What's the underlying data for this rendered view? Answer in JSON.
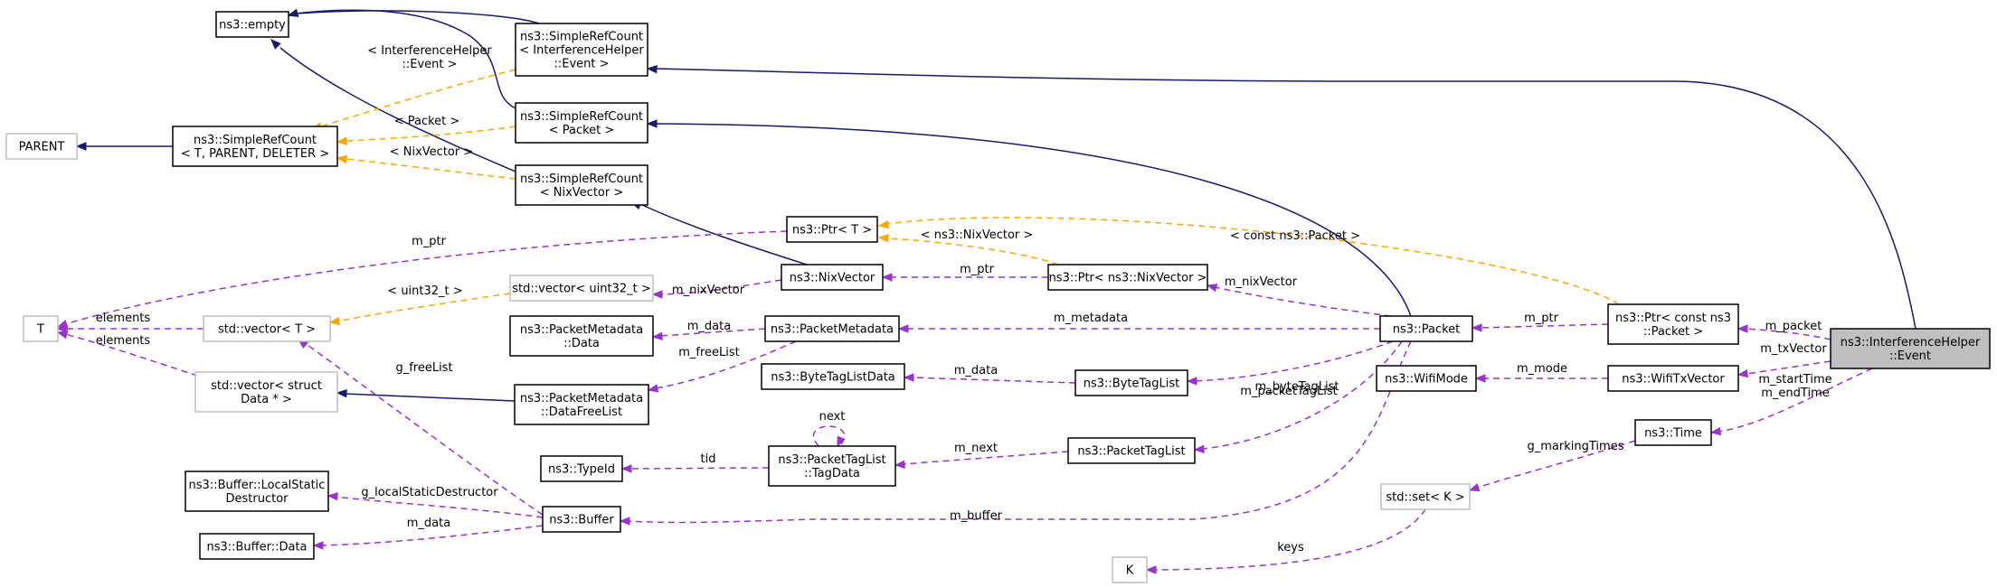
{
  "diagram": {
    "nodes": {
      "empty": {
        "lines": [
          "ns3::empty"
        ]
      },
      "src_ih": {
        "lines": [
          "ns3::SimpleRefCount",
          "< InterferenceHelper",
          "::Event >"
        ]
      },
      "parent": {
        "lines": [
          "PARENT"
        ]
      },
      "src_tpd": {
        "lines": [
          "ns3::SimpleRefCount",
          "< T, PARENT, DELETER >"
        ]
      },
      "src_packet": {
        "lines": [
          "ns3::SimpleRefCount",
          "< Packet >"
        ]
      },
      "src_nix": {
        "lines": [
          "ns3::SimpleRefCount",
          "< NixVector >"
        ]
      },
      "ptr_t": {
        "lines": [
          "ns3::Ptr< T >"
        ]
      },
      "t": {
        "lines": [
          "T"
        ]
      },
      "vec_u32": {
        "lines": [
          "std::vector< uint32_t >"
        ]
      },
      "nixvector": {
        "lines": [
          "ns3::NixVector"
        ]
      },
      "ptr_nix": {
        "lines": [
          "ns3::Ptr< ns3::NixVector >"
        ]
      },
      "vec_t": {
        "lines": [
          "std::vector< T >"
        ]
      },
      "pm_data": {
        "lines": [
          "ns3::PacketMetadata",
          "::Data"
        ]
      },
      "packetmetadata": {
        "lines": [
          "ns3::PacketMetadata"
        ]
      },
      "packet": {
        "lines": [
          "ns3::Packet"
        ]
      },
      "ptr_packet": {
        "lines": [
          "ns3::Ptr< const ns3",
          "::Packet >"
        ]
      },
      "event": {
        "lines": [
          "ns3::InterferenceHelper",
          "::Event"
        ]
      },
      "vec_struct": {
        "lines": [
          "std::vector< struct",
          "Data * >"
        ]
      },
      "btl_data": {
        "lines": [
          "ns3::ByteTagListData"
        ]
      },
      "bytetaglist": {
        "lines": [
          "ns3::ByteTagList"
        ]
      },
      "wifimode": {
        "lines": [
          "ns3::WifiMode"
        ]
      },
      "wifitxvector": {
        "lines": [
          "ns3::WifiTxVector"
        ]
      },
      "pm_dfl": {
        "lines": [
          "ns3::PacketMetadata",
          "::DataFreeList"
        ]
      },
      "time": {
        "lines": [
          "ns3::Time"
        ]
      },
      "typeid": {
        "lines": [
          "ns3::TypeId"
        ]
      },
      "ptl_tagdata": {
        "lines": [
          "ns3::PacketTagList",
          "::TagData"
        ]
      },
      "packettaglist": {
        "lines": [
          "ns3::PacketTagList"
        ]
      },
      "buf_lsd": {
        "lines": [
          "ns3::Buffer::LocalStatic",
          "Destructor"
        ]
      },
      "set_k": {
        "lines": [
          "std::set< K >"
        ]
      },
      "buffer": {
        "lines": [
          "ns3::Buffer"
        ]
      },
      "buf_data": {
        "lines": [
          "ns3::Buffer::Data"
        ]
      },
      "k": {
        "lines": [
          "K"
        ]
      }
    },
    "edges": {
      "src_ih_empty": {
        "label": []
      },
      "src_packet_empty": {
        "label": []
      },
      "src_nix_empty": {
        "label": []
      },
      "src_tpd_parent": {
        "label": []
      },
      "event_src_ih": {
        "label": []
      },
      "packet_src_packet": {
        "label": []
      },
      "nixvector_src_nix": {
        "label": []
      },
      "vec_struct_pm_dfl": {
        "label": []
      },
      "tpl_ih": {
        "label": [
          "< InterferenceHelper",
          "::Event >"
        ]
      },
      "tpl_packet": {
        "label": [
          "< Packet >"
        ]
      },
      "tpl_nix": {
        "label": [
          "< NixVector >"
        ]
      },
      "tpl_uint32": {
        "label": [
          "< uint32_t >"
        ]
      },
      "tpl_nixvector": {
        "label": [
          "< ns3::NixVector >"
        ]
      },
      "tpl_const_packet": {
        "label": [
          "< const ns3::Packet >"
        ]
      },
      "m_ptr_t": {
        "label": [
          "m_ptr"
        ]
      },
      "elements_vec_t": {
        "label": [
          "elements"
        ]
      },
      "elements_vec_struct": {
        "label": [
          "elements"
        ]
      },
      "m_nixvector_vec": {
        "label": [
          "m_nixVector"
        ]
      },
      "m_ptr_nix": {
        "label": [
          "m_ptr"
        ]
      },
      "m_nixvector_ptr": {
        "label": [
          "m_nixVector"
        ]
      },
      "m_data_pm": {
        "label": [
          "m_data"
        ]
      },
      "m_freelist_pm": {
        "label": [
          "m_freeList"
        ]
      },
      "m_metadata": {
        "label": [
          "m_metadata"
        ]
      },
      "m_ptr_packet": {
        "label": [
          "m_ptr"
        ]
      },
      "m_packet": {
        "label": [
          "m_packet"
        ]
      },
      "m_data_btl": {
        "label": [
          "m_data"
        ]
      },
      "m_bytetaglist": {
        "label": [
          "m_byteTagList"
        ]
      },
      "m_mode": {
        "label": [
          "m_mode"
        ]
      },
      "m_txvector": {
        "label": [
          "m_txVector"
        ]
      },
      "g_freelist": {
        "label": [
          "g_freeList"
        ]
      },
      "m_packettaglist": {
        "label": [
          "m_packetTagList"
        ]
      },
      "m_times": {
        "label": [
          "m_startTime",
          "m_endTime"
        ]
      },
      "tid": {
        "label": [
          "tid"
        ]
      },
      "next": {
        "label": [
          "next"
        ]
      },
      "m_next": {
        "label": [
          "m_next"
        ]
      },
      "g_markingtimes": {
        "label": [
          "g_markingTimes"
        ]
      },
      "g_lsd": {
        "label": [
          "g_localStaticDestructor"
        ]
      },
      "m_buffer": {
        "label": [
          "m_buffer"
        ]
      },
      "m_data_buf": {
        "label": [
          "m_data"
        ]
      },
      "keys": {
        "label": [
          "keys"
        ]
      }
    }
  },
  "colors": {
    "inheritance": "#191970",
    "usage": "#9a32cd",
    "template": "#ffa500",
    "gray_border": "#bfbfbf",
    "highlight": "#bfbfbf"
  }
}
